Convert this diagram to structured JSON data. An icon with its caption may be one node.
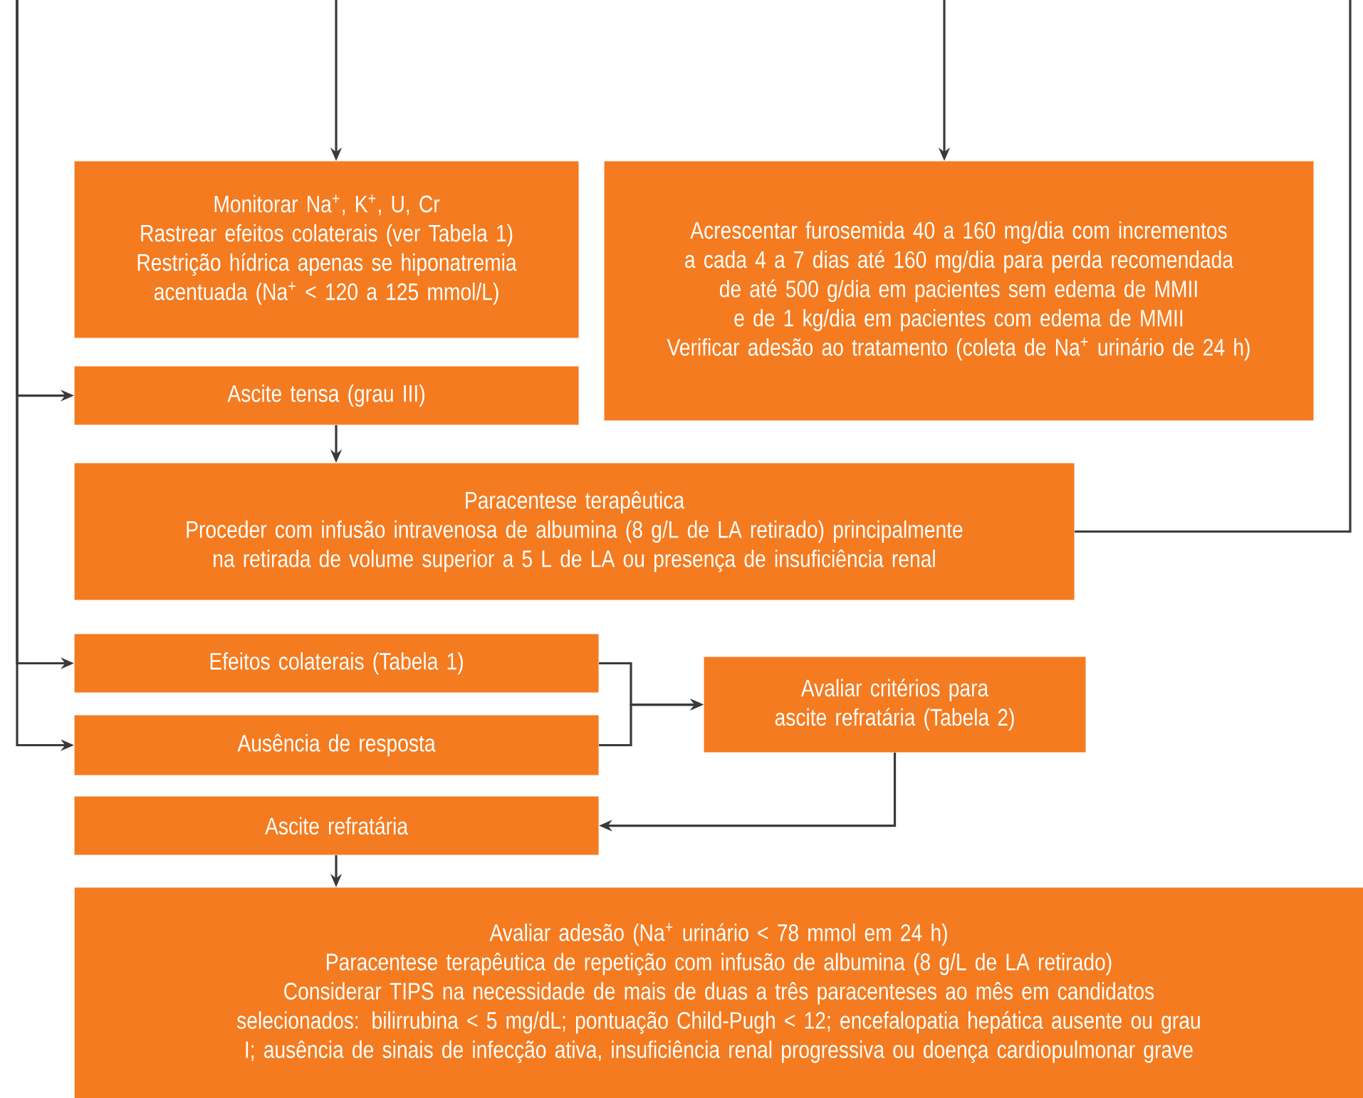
{
  "diagram": {
    "nodes": [
      {
        "text": [
          "Monitorar Na$^{+}$, K$^{+}$, U, Cr",
          "Rastrear efeitos colaterais (ver Tabela 1)",
          "Restrição hídrica apenas se hiponatremia acentuada (Na$^{+}$ < 120 a 125 mmol/L)"
        ]
      },
      {
        "text": [
          "Acrescentar furosemida 40 a 160 mg/dia com incrementos a cada 4 a 7 dias até 160 mg/dia para perda recomendada de até 500 g/dia em pacientes sem edema de MMII e de 1 kg/dia em pacientes com edema de MMII",
          "Verificar adesão ao tratamento (coleta de Na$^{+}$ urinário de 24 h)"
        ]
      },
      {
        "text": [
          "Ascite tensa (grau III)"
        ]
      },
      {
        "text": [
          "Paracentese terapêutica",
          "Proceder com infusão intravenosa de albumina (8 g/L de LA retirado) principalmente na retirada de volume superior a 5 L de LA ou presença de insuficiência renal"
        ]
      },
      {
        "text": [
          "Efeitos colaterais (Tabela 1)"
        ]
      },
      {
        "text": [
          "Ausência de resposta"
        ]
      },
      {
        "text": [
          "Avaliar critérios para ascite refratária (Tabela 2)"
        ]
      },
      {
        "text": [
          "Ascite refratária"
        ]
      },
      {
        "text": [
          "Avaliar adesão (Na$^{+}$ urinário < 78 mmol em 24 h)",
          "Paracentese terapêutica de repetição com infusão de albumina (8 g/L de LA retirado)",
          "Considerar TIPS na necessidade de mais de duas a três paracenteses ao mês em candidatos selecionados: bilirrubina < 5 mg/dL; pontuação Child-Pugh < 12; encefalopatia hepática ausente ou grau I; ausência de sinais de infecção ativa, insuficiência renal progressiva ou doença cardiopulmonar grave"
        ]
      }
    ],
    "edges": [
      {
        "from": null,
        "to": 0,
        "arrow": "to"
      },
      {
        "from": null,
        "to": 1,
        "arrow": "to"
      },
      {
        "from": null,
        "to": 2,
        "arrow": "to"
      },
      {
        "from": null,
        "to": 4,
        "arrow": "to"
      },
      {
        "from": null,
        "to": 5,
        "arrow": "to"
      },
      {
        "from": 2,
        "to": 3,
        "arrow": "to"
      },
      {
        "from": 3,
        "to": null,
        "arrow": "none"
      },
      {
        "from": 4,
        "to": 6,
        "arrow": "to"
      },
      {
        "from": 5,
        "to": 6,
        "arrow": "to"
      },
      {
        "from": 6,
        "to": 7,
        "arrow": "to"
      },
      {
        "from": 7,
        "to": 8,
        "arrow": "to"
      }
    ]
  }
}
